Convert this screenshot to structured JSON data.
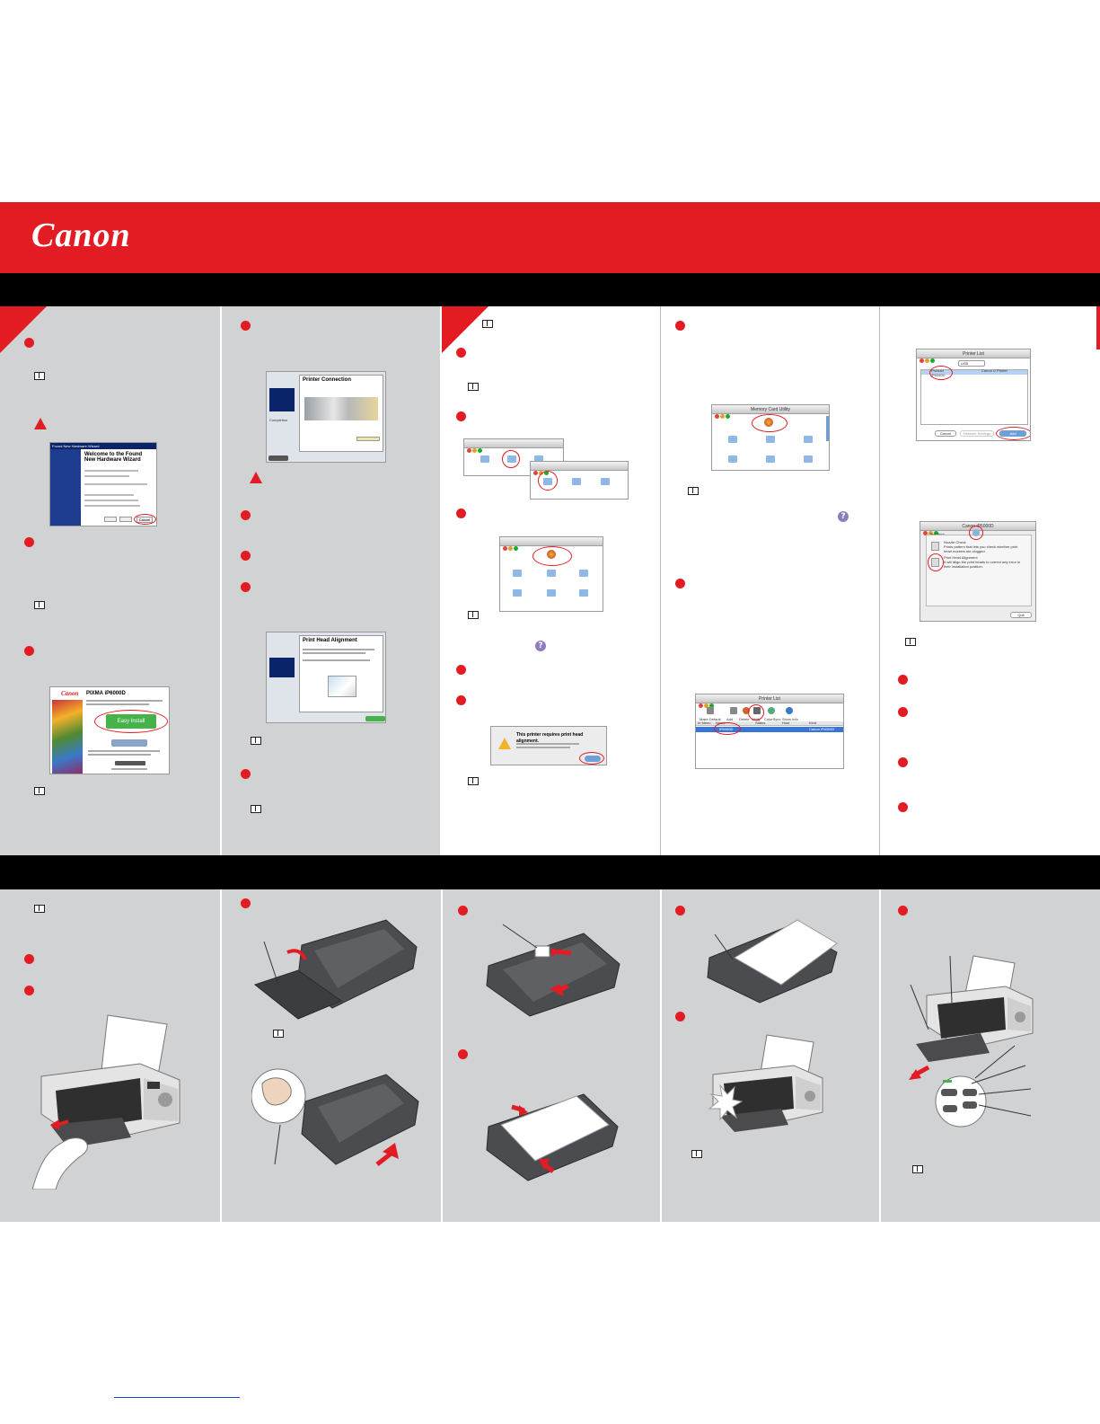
{
  "brand": {
    "logo": "Canon",
    "color": "#e31c24"
  },
  "screens": {
    "found_new_hardware": {
      "title": "Found New Hardware Wizard",
      "heading": "Welcome to the Found New Hardware Wizard",
      "button": "Cancel"
    },
    "easy_install": {
      "brand": "Canon",
      "product": "PIXMA iP6000D",
      "button": "Easy Install"
    },
    "printer_connection": {
      "title": "Printer Connection",
      "completion": "Completion"
    },
    "print_head_alignment": {
      "title": "Print Head Alignment"
    },
    "alert": {
      "message": "This printer requires print head alignment."
    },
    "memory_card": {
      "title": "Memory Card Utility"
    },
    "printer_list": {
      "title": "Printer List",
      "toolbar": [
        "Make Default",
        "Add",
        "Delete",
        "Utility",
        "ColorSync",
        "Show Info"
      ],
      "columns": [
        "In Menu",
        "Name",
        "Status",
        "Host",
        "Kind"
      ],
      "row_name": "iP6000D",
      "row_kind": "Canon iP6000D"
    },
    "printer_list_add": {
      "title": "Printer List",
      "connection": "USB",
      "name": "Product iP6000D",
      "kind": "Canon IJ Printer",
      "buttons": [
        "Cancel",
        "Network Settings",
        "Add"
      ]
    },
    "utility": {
      "title": "Canon iP6000D",
      "group": "Test Print",
      "item1": "Nozzle Check",
      "item1_desc": "Prints pattern that lets you check whether print head nozzles are clogged.",
      "item2": "Print Head Alignment",
      "item2_desc": "It will align the print heads to correct any error in their installation position.",
      "button": "Quit"
    }
  }
}
